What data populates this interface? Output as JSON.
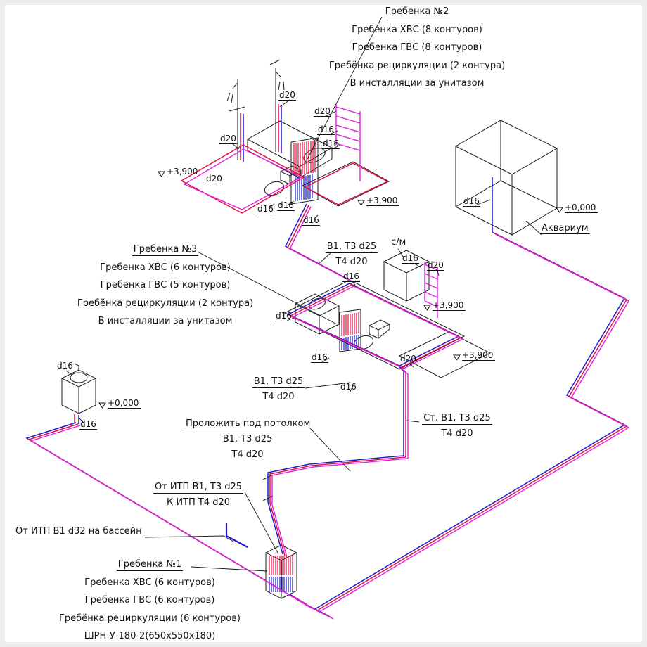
{
  "annotations": {
    "manifold2": {
      "title": "Гребенка №2",
      "lines": [
        "Гребенка ХВС (8 контуров)",
        "Гребенка ГВС (8 контуров)",
        "Гребёнка рециркуляции (2 контура)",
        "В инсталляции за унитазом"
      ]
    },
    "manifold3": {
      "title": "Гребенка №3",
      "lines": [
        "Гребенка ХВС (6 контуров)",
        "Гребенка ГВС (5 контуров)",
        "Гребёнка рециркуляции (2 контура)",
        "В инсталляции за унитазом"
      ]
    },
    "manifold1": {
      "title": "Гребенка №1",
      "lines": [
        "Гребенка ХВС (6 контуров)",
        "Гребенка ГВС (6 контуров)",
        "Гребёнка рециркуляции (6 контуров)",
        "ШРН-У-180-2(650х550х180)"
      ]
    },
    "itp_pool": "От ИТП В1 d32 на бассейн",
    "itp_supply": {
      "line1": "От ИТП В1, Т3 d25",
      "line2": "К ИТП Т4 d20"
    },
    "ceiling": {
      "line1": "Проложить под потолком",
      "line2": "В1, Т3 d25",
      "line3": "Т4 d20"
    },
    "riser": {
      "line1": "Ст. В1, Т3 d25",
      "line2": "Т4 d20"
    },
    "branch_upper": {
      "line1": "В1, Т3 d25",
      "line2": "Т4 d20"
    },
    "branch_lower": {
      "line1": "В1, Т3 d25",
      "line2": "Т4 d20"
    },
    "aquarium": "Аквариум",
    "washing_machine": "с/м"
  },
  "pipe_labels": {
    "d16": "d16",
    "d20": "d20"
  },
  "elevations": {
    "floor": "+3,900",
    "ground": "+0,000"
  },
  "colors": {
    "cold_water": "#1b1bd0",
    "hot_water": "#e51240",
    "recirculation": "#e020e0",
    "construction": "#1a1a1a"
  }
}
